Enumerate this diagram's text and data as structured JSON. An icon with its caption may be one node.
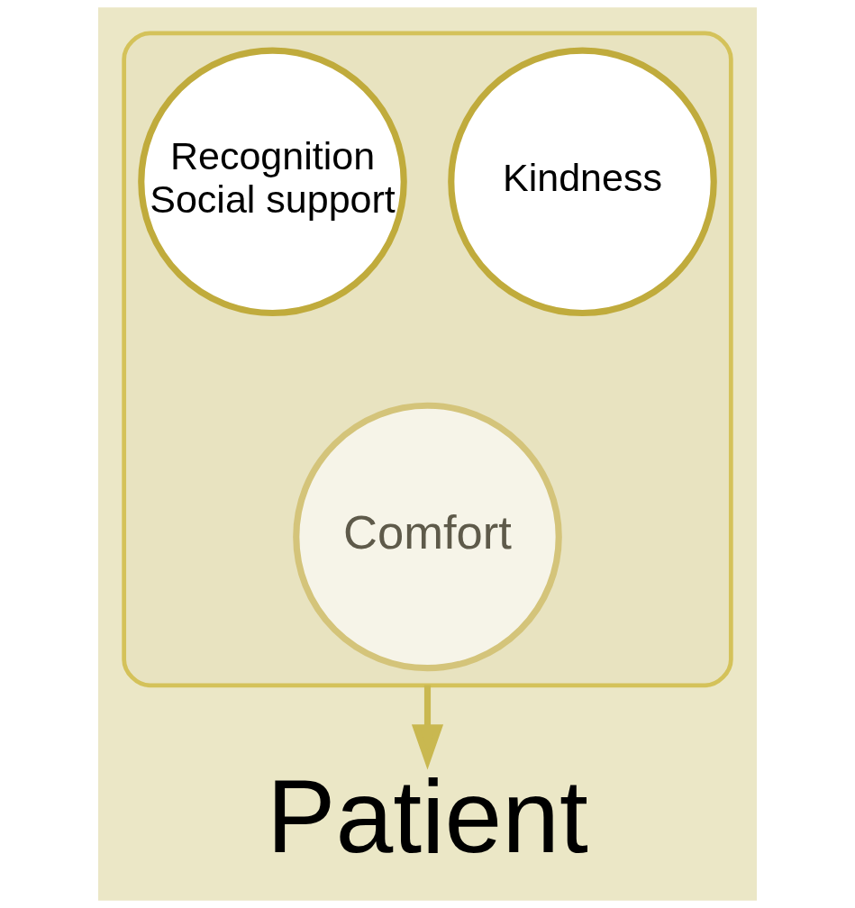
{
  "diagram": {
    "nodes": [
      {
        "text": [],
        "shape": "funnel"
      },
      {
        "text": [
          "Kindness"
        ],
        "in": 0
      },
      {
        "text": [
          "Recognition",
          "Social support"
        ],
        "in": 0
      },
      {
        "text": [
          "Comfort"
        ],
        "in": 0
      },
      {
        "text": [
          "Patient"
        ]
      }
    ],
    "edges": [
      {
        "from": 0,
        "to": 4,
        "arrow": "to"
      }
    ]
  }
}
